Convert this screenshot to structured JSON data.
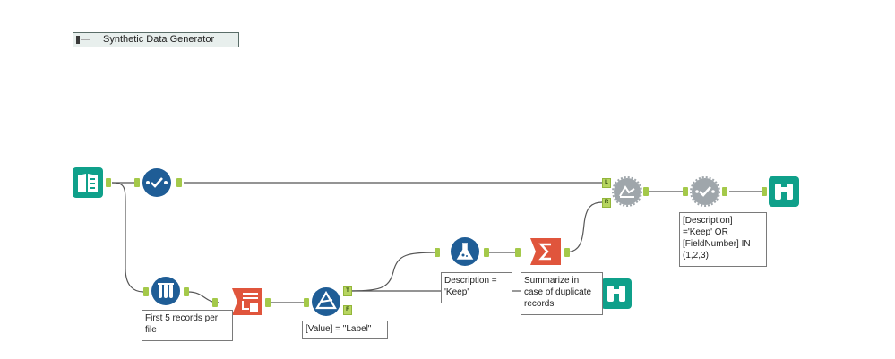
{
  "container": {
    "title": "Synthetic Data Generator"
  },
  "annotations": {
    "sample": "First 5 records per file",
    "filter_label": "[Value] = \"Label\"",
    "formula": "Description = 'Keep'",
    "summarize": "Summarize in case of duplicate records",
    "final_filter": "[Description] ='Keep' OR [FieldNumber] IN (1,2,3)"
  },
  "anchors": {
    "true_label": "T",
    "false_label": "F",
    "left_label": "L",
    "right_label": "R"
  },
  "colors": {
    "teal": "#0fa08a",
    "navy": "#1f5d96",
    "orange": "#e0553c",
    "gray": "#9fa6ab",
    "anchor": "#a4c94a",
    "connector": "#555555"
  }
}
